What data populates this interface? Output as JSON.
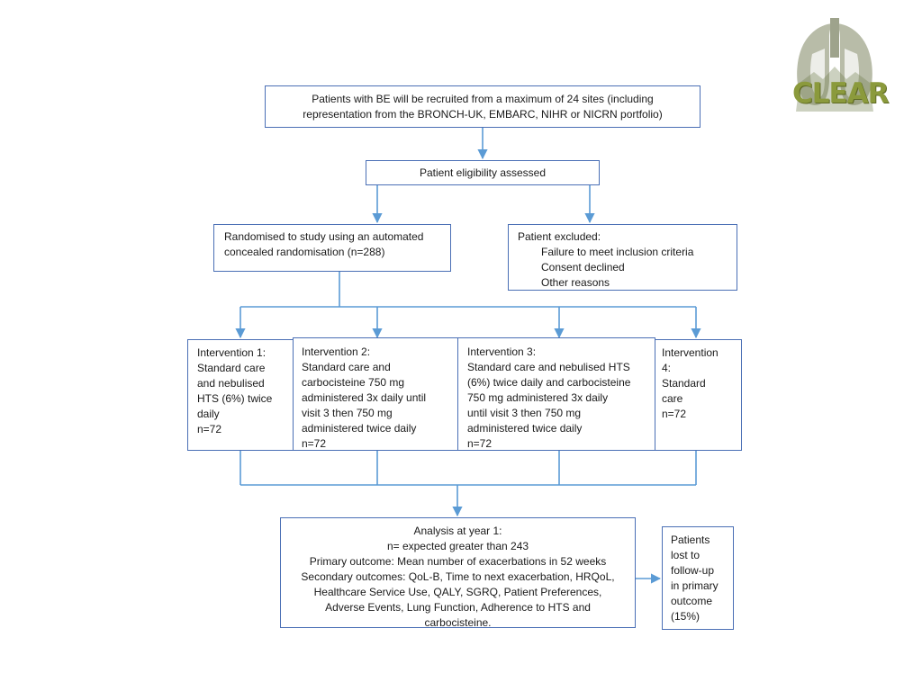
{
  "logo": {
    "text": "CLEAR",
    "icon": "lungs-icon"
  },
  "recruit": {
    "lines": [
      "Patients with BE will be recruited from a maximum of 24 sites (including",
      "representation from the BRONCH-UK, EMBARC, NIHR or NICRN portfolio)"
    ]
  },
  "eligibility": {
    "label": "Patient eligibility assessed"
  },
  "randomised": {
    "lines": [
      "Randomised to study using an automated",
      "concealed randomisation (n=288)"
    ]
  },
  "excluded": {
    "title": "Patient excluded:",
    "reasons": [
      "Failure to meet inclusion criteria",
      "Consent declined",
      "Other reasons"
    ]
  },
  "interventions": [
    {
      "lines": [
        "Intervention 1:",
        "Standard care",
        "and nebulised",
        "HTS (6%) twice",
        "daily",
        "n=72"
      ]
    },
    {
      "lines": [
        "Intervention 2:",
        "Standard care and",
        "carbocisteine 750 mg",
        "administered 3x daily until",
        "visit 3 then 750 mg",
        "administered twice daily",
        "n=72"
      ]
    },
    {
      "lines": [
        "Intervention 3:",
        "Standard care and nebulised HTS",
        "(6%) twice daily and carbocisteine",
        "750 mg administered 3x daily",
        "until visit 3 then 750 mg",
        "administered twice daily",
        "n=72"
      ]
    },
    {
      "lines": [
        "Intervention",
        "4:",
        "Standard",
        "care",
        "n=72"
      ]
    }
  ],
  "analysis": {
    "lines": [
      "Analysis at year 1:",
      "n= expected greater than 243",
      "Primary outcome: Mean number of exacerbations in 52 weeks",
      "Secondary outcomes: QoL-B, Time to next exacerbation, HRQoL,",
      "Healthcare Service Use, QALY, SGRQ, Patient Preferences,",
      "Adverse Events, Lung Function, Adherence to HTS and",
      "carbocisteine."
    ]
  },
  "lost": {
    "lines": [
      "Patients",
      "lost to",
      "follow-up",
      "in primary",
      "outcome",
      "(15%)"
    ]
  },
  "colors": {
    "line": "#5b9bd5",
    "border": "#4a6fb5",
    "logo_green": "#8b9a3c"
  }
}
